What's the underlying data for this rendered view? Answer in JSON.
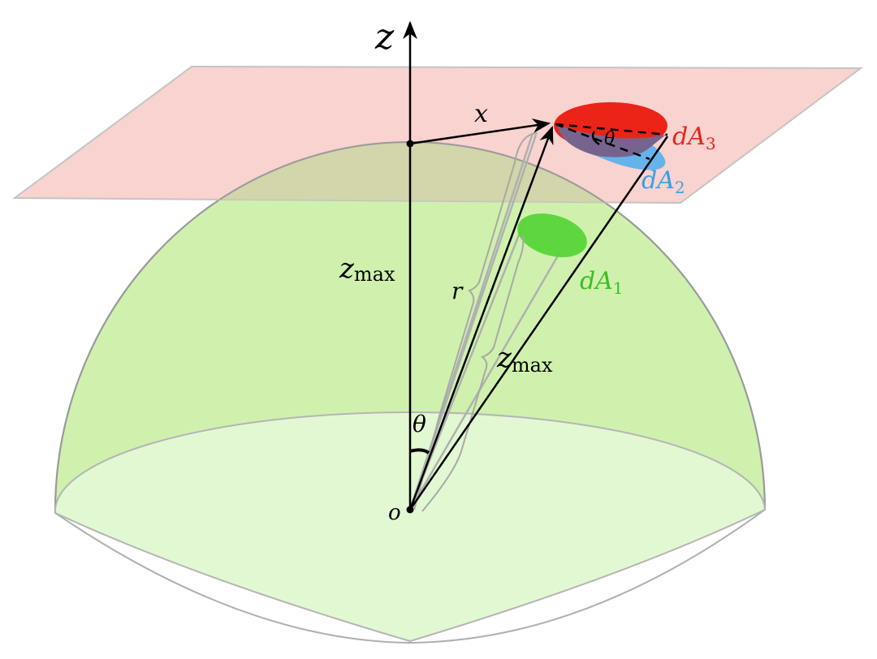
{
  "labels": {
    "z_axis": "z",
    "x": "x",
    "theta_top": "θ",
    "theta_bottom": "θ",
    "origin": "o",
    "r": "r",
    "zmax_left": {
      "base": "z",
      "sub": "max"
    },
    "zmax_center": {
      "base": "z",
      "sub": "max"
    },
    "dA1": {
      "base": "dA",
      "sub": "1"
    },
    "dA2": {
      "base": "dA",
      "sub": "2"
    },
    "dA3": {
      "base": "dA",
      "sub": "3"
    }
  },
  "colors": {
    "plane": "#f7c9c6",
    "dome": "#c7ee9f",
    "dome_base": "#e2f8d2",
    "dA1": "#57d43a",
    "dA2": "#66b3ec",
    "dA3": "#ec2418",
    "overlap": "#76648e",
    "dA2_label": "#3aa0e4",
    "dA3_label": "#e4261a",
    "dA1_label": "#3cbf24"
  }
}
